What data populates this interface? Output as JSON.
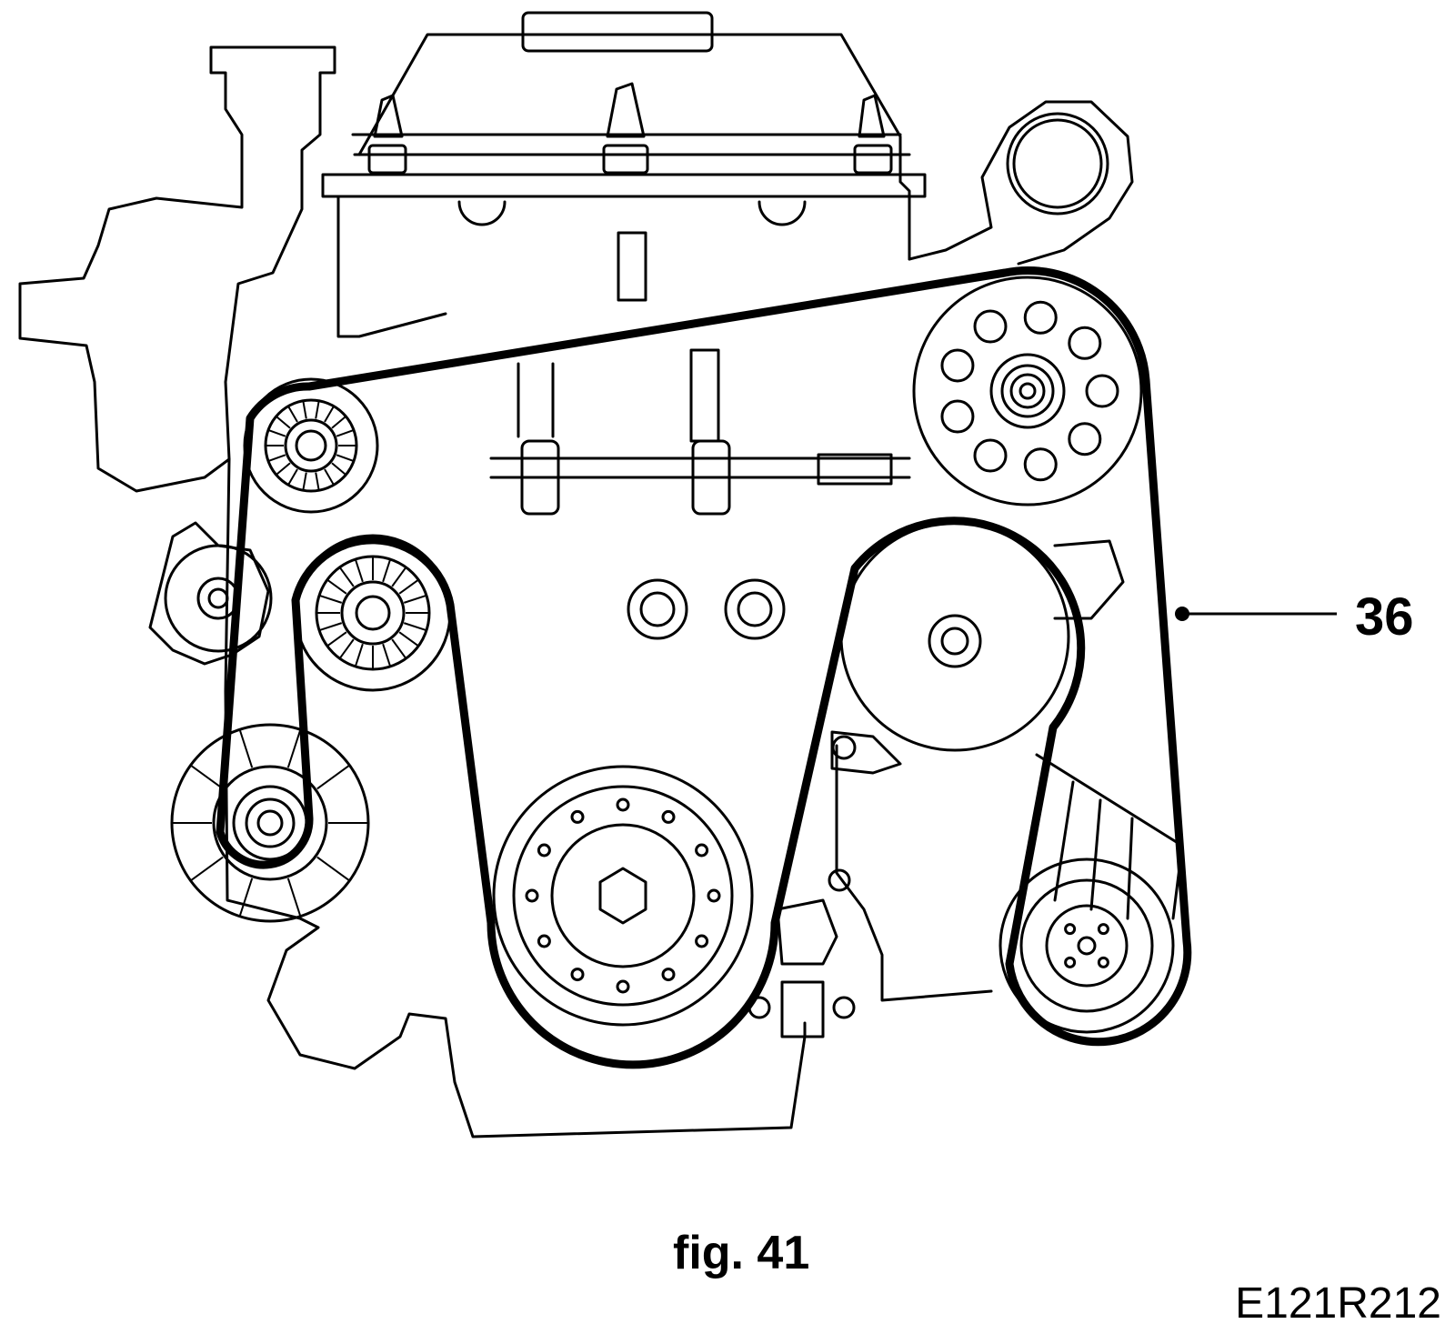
{
  "callout": {
    "label": "36"
  },
  "caption": {
    "figure": "fig. 41",
    "code": "E121R212"
  }
}
